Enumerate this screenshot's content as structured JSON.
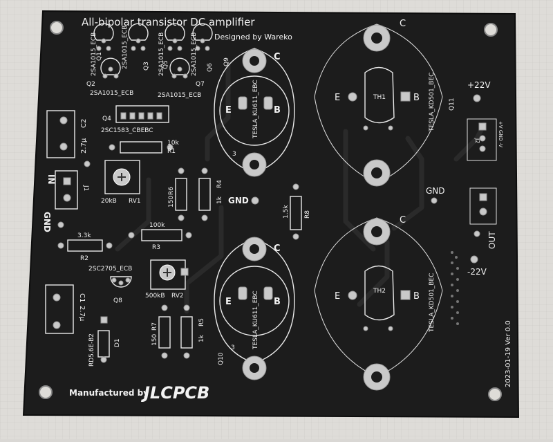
{
  "board": {
    "title": "All-bipolar transistor DC amplifier",
    "designer": "Designed by Wareko",
    "manufacturer_prefix": "Manufactured by",
    "manufacturer_brand": "JLCPCB",
    "date": "2023-01-19  Ver 0.0"
  },
  "labels": {
    "q1_part": "2SA1015_ECB",
    "q1": "Q1",
    "q3_part": "2SA1015_ECB",
    "q3": "Q3",
    "q5_part": "2SA1015_ECB",
    "q5": "Q5",
    "q6": "Q6",
    "q2": "Q2",
    "q2_part": "2SA1015_ECB",
    "q7": "Q7",
    "q7_part": "2SA1015_ECB",
    "q4": "Q4",
    "q4_part": "2SC1583_CBEBC",
    "c2": "C2",
    "c2_val": "2.7μ",
    "c1": "C1",
    "c1_val": "2.7μ",
    "r1": "R1",
    "r1_val": "10k",
    "rv1": "RV1",
    "rv1_val": "20kB",
    "r6": "R6",
    "r6_val": "150",
    "r4": "R4",
    "r4_val": "1k",
    "r2": "R2",
    "r2_val": "3.3k",
    "r3": "R3",
    "r3_val": "100k",
    "q8": "Q8",
    "q8_part": "2SC2705_ECB",
    "rv2": "RV2",
    "rv2_val": "500kB",
    "r7": "R7",
    "r7_val": "150",
    "r5": "R5",
    "r5_val": "1k",
    "d1": "D1",
    "d1_part": "RD5.6E-B2",
    "j1": "J1",
    "in": "IN",
    "gnd_left": "GND",
    "q9": "Q9",
    "q9_part": "TESLA_KU611_EBC",
    "q10": "Q10",
    "q10_part": "TESLA_KU611_EBC",
    "r8": "R8",
    "r8_val": "1.5k",
    "gnd_mid": "GND",
    "gnd_right": "GND",
    "q11": "Q11",
    "q11_part": "TESLA_KD501_BEC",
    "q12_part": "TESLA_KD501_BEC",
    "th1": "TH1",
    "th2": "TH2",
    "pin_c": "C",
    "pin_e": "E",
    "pin_b": "B",
    "pin_3": "3",
    "j2": "J2",
    "vplus": "+22V",
    "vminus": "-22V",
    "out": "OUT",
    "j2_pins": "+V GND -V"
  }
}
